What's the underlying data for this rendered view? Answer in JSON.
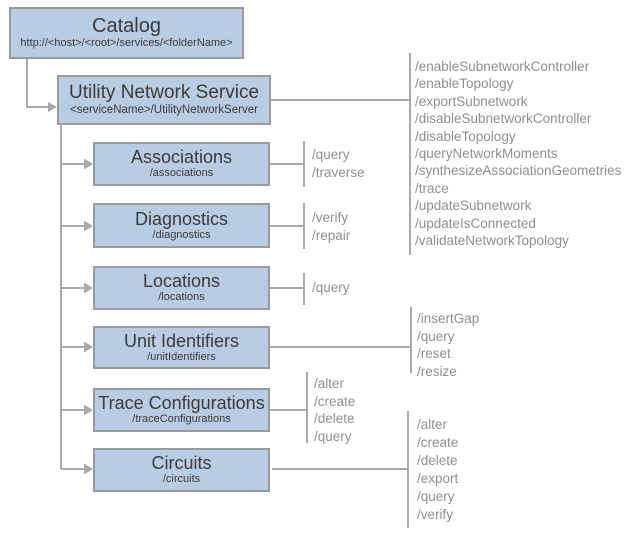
{
  "theme": {
    "box-fill": "#b8cce4",
    "box-border": "#9a9a9a",
    "line": "#a9a9a9",
    "ops-text": "#8f8f8f",
    "title-text": "#3b3b3b",
    "background": "#ffffff"
  },
  "diagram": {
    "root": {
      "title": "Catalog",
      "subtitle": "http://<host>/<root>/services/<folderName>"
    },
    "service": {
      "title": "Utility Network Service",
      "subtitle": "<serviceName>/UtilityNetworkServer",
      "operations": [
        "/enableSubnetworkController",
        "/enableTopology",
        "/exportSubnetwork",
        "/disableSubnetworkController",
        "/disableTopology",
        "/queryNetworkMoments",
        "/synthesizeAssociationGeometries",
        "/trace",
        "/updateSubnetwork",
        "/updateIsConnected",
        "/validateNetworkTopology"
      ]
    },
    "resources": [
      {
        "title": "Associations",
        "subtitle": "/associations",
        "operations": [
          "/query",
          "/traverse"
        ]
      },
      {
        "title": "Diagnostics",
        "subtitle": "/diagnostics",
        "operations": [
          "/verify",
          "/repair"
        ]
      },
      {
        "title": "Locations",
        "subtitle": "/locations",
        "operations": [
          "/query"
        ]
      },
      {
        "title": "Unit Identifiers",
        "subtitle": "/unitIdentifiers",
        "operations": [
          "/insertGap",
          "/query",
          "/reset",
          "/resize"
        ]
      },
      {
        "title": "Trace Configurations",
        "subtitle": "/traceConfigurations",
        "operations": [
          "/alter",
          "/create",
          "/delete",
          "/query"
        ]
      },
      {
        "title": "Circuits",
        "subtitle": "/circuits",
        "operations": [
          "/alter",
          "/create",
          "/delete",
          "/export",
          "/query",
          "/verify"
        ]
      }
    ]
  }
}
